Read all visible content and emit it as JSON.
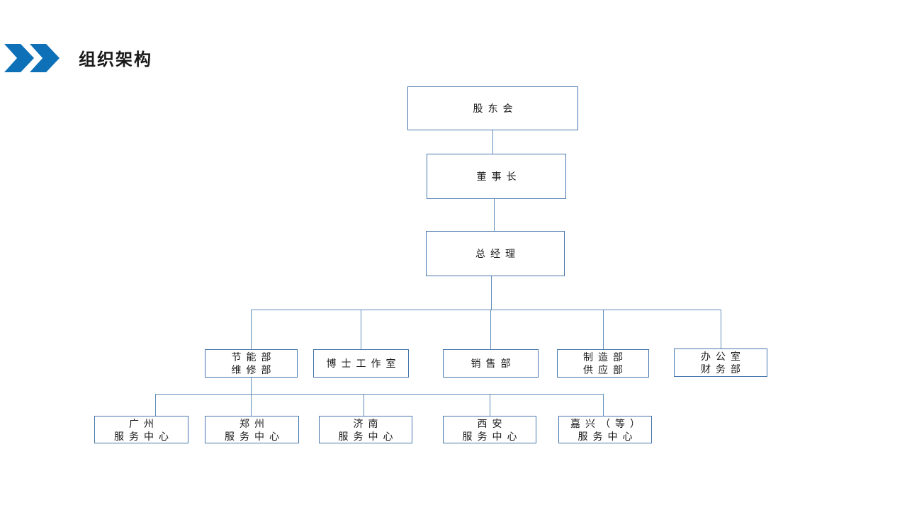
{
  "header": {
    "title": "组织架构",
    "chevron_icon": "double-right-chevron"
  },
  "colors": {
    "accent": "#0e71b8",
    "box_border": "#4676ac",
    "connector": "#5f8cba",
    "text": "#1a1a1a",
    "background": "#ffffff"
  },
  "org_chart": {
    "shareholders": {
      "label": "股东会"
    },
    "chairman": {
      "label": "董事长"
    },
    "general_manager": {
      "label": "总经理"
    },
    "departments": {
      "energy_maintenance": {
        "line1": "节能部",
        "line2": "维修部"
      },
      "doctor_studio": {
        "line1": "博士工作室",
        "line2": ""
      },
      "sales": {
        "line1": "销售部",
        "line2": ""
      },
      "manufacturing_supply": {
        "line1": "制造部",
        "line2": "供应部"
      },
      "office_finance": {
        "line1": "办公室",
        "line2": "财务部"
      }
    },
    "service_centers": {
      "guangzhou": {
        "line1": "广州",
        "line2": "服务中心"
      },
      "zhengzhou": {
        "line1": "郑州",
        "line2": "服务中心"
      },
      "jinan": {
        "line1": "济南",
        "line2": "服务中心"
      },
      "xian": {
        "line1": "西安",
        "line2": "服务中心"
      },
      "jiaxing": {
        "line1": "嘉兴（等）",
        "line2": "服务中心"
      }
    }
  }
}
